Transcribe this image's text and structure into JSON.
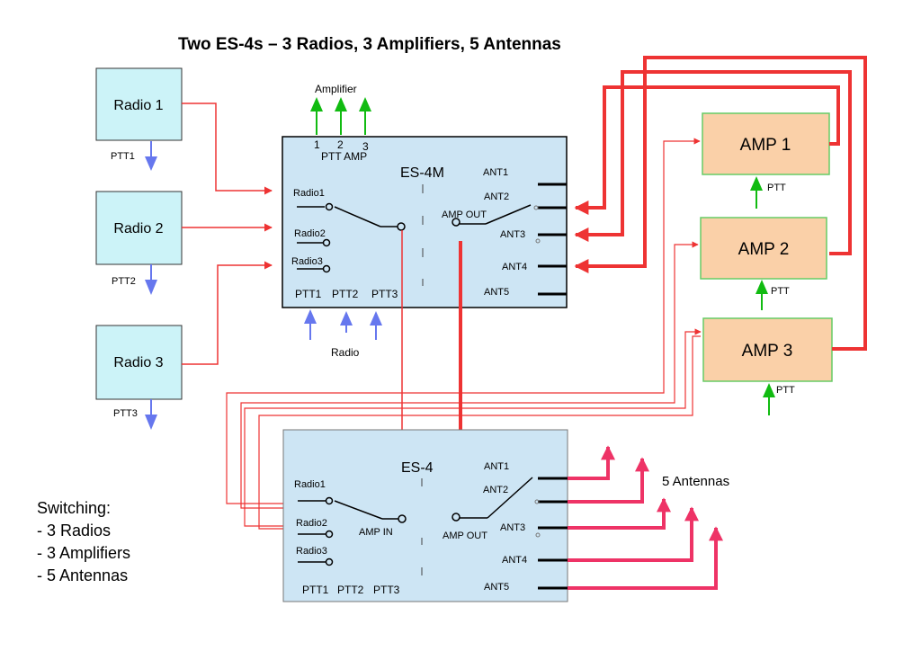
{
  "title": "Two ES-4s – 3 Radios, 3 Amplifiers, 5 Antennas",
  "radios": [
    {
      "label": "Radio 1",
      "ptt": "PTT1"
    },
    {
      "label": "Radio 2",
      "ptt": "PTT2"
    },
    {
      "label": "Radio 3",
      "ptt": "PTT3"
    }
  ],
  "amps": [
    {
      "label": "AMP 1",
      "ptt": "PTT"
    },
    {
      "label": "AMP 2",
      "ptt": "PTT"
    },
    {
      "label": "AMP 3",
      "ptt": "PTT"
    }
  ],
  "es4m": {
    "name": "ES-4M",
    "amplifier_label": "Amplifier",
    "amp_nums": [
      "1",
      "2",
      "3"
    ],
    "ptt_amp": "PTT AMP",
    "radio_inputs": [
      "Radio1",
      "Radio2",
      "Radio3"
    ],
    "ptt_labels": [
      "PTT1",
      "PTT2",
      "PTT3"
    ],
    "amp_out": "AMP OUT",
    "ant_labels": [
      "ANT1",
      "ANT2",
      "ANT3",
      "ANT4",
      "ANT5"
    ],
    "radio_label": "Radio"
  },
  "es4": {
    "name": "ES-4",
    "radio_inputs": [
      "Radio1",
      "Radio2",
      "Radio3"
    ],
    "ptt_labels": [
      "PTT1",
      "PTT2",
      "PTT3"
    ],
    "amp_in": "AMP IN",
    "amp_out": "AMP OUT",
    "ant_labels": [
      "ANT1",
      "ANT2",
      "ANT3",
      "ANT4",
      "ANT5"
    ]
  },
  "antennas_label": "5 Antennas",
  "notes": [
    "Switching:",
    "- 3 Radios",
    "- 3 Amplifiers",
    "- 5 Antennas"
  ],
  "colors": {
    "radio_fill": "#ccf3f8",
    "amp_fill": "#fad0a8",
    "amp_border": "#66cc66",
    "box_fill": "#cde5f4",
    "red": "#ee3333",
    "pink": "#ee3366",
    "green": "#11bb11",
    "blue": "#6677ee"
  }
}
